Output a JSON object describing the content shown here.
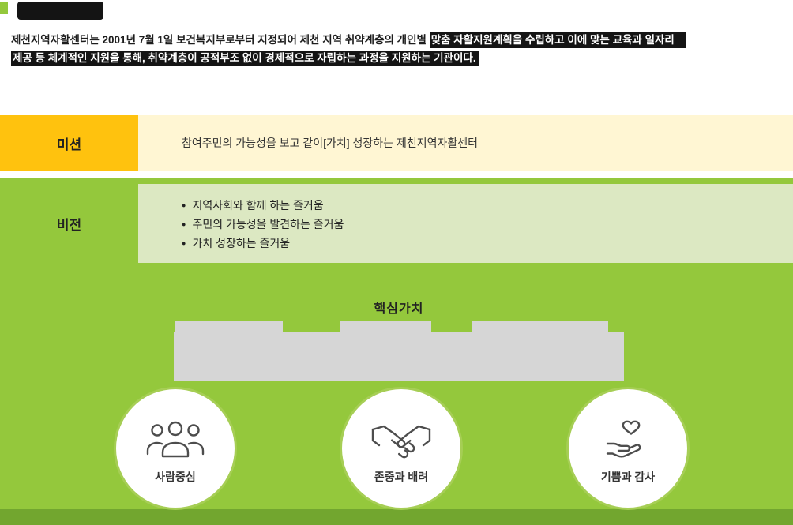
{
  "intro": {
    "line1_normal": "제천지역자활센터는 2001년 7월 1일 보건복지부로부터 지정되어 제천 지역 취약계층의 개인별 ",
    "line1_highlight": "맞춤 자활지원계획을 수립하고 이에 맞는 교육과 일자리",
    "line2_highlight": "제공 등 체계적인 지원을 통해, 취약계층이 공적부조 없이 경제적으로 자립하는 과정을 지원하는 기관이다."
  },
  "mission": {
    "label": "미션",
    "text": "참여주민의 가능성을 보고 같이[가치] 성장하는 제천지역자활센터"
  },
  "vision": {
    "label": "비전",
    "bullet": "●",
    "items": [
      "지역사회와 함께 하는 즐거움",
      "주민의 가능성을 발견하는 즐거움",
      "가치 성장하는 즐거움"
    ]
  },
  "core_values": {
    "title": "핵심가치",
    "items": [
      {
        "label": "사람중심",
        "icon": "people-icon"
      },
      {
        "label": "존중과 배려",
        "icon": "handshake-icon"
      },
      {
        "label": "기쁨과 감사",
        "icon": "hand-holding-heart-icon"
      }
    ]
  },
  "colors": {
    "accent_green": "#94C83C",
    "pale_green": "#DCE8C2",
    "accent_yellow": "#FFC20E",
    "pale_yellow": "#FFF6D3",
    "footer_green": "#72A62F",
    "graphic_gray": "#D6D6D6",
    "highlight_bg": "#141414"
  }
}
